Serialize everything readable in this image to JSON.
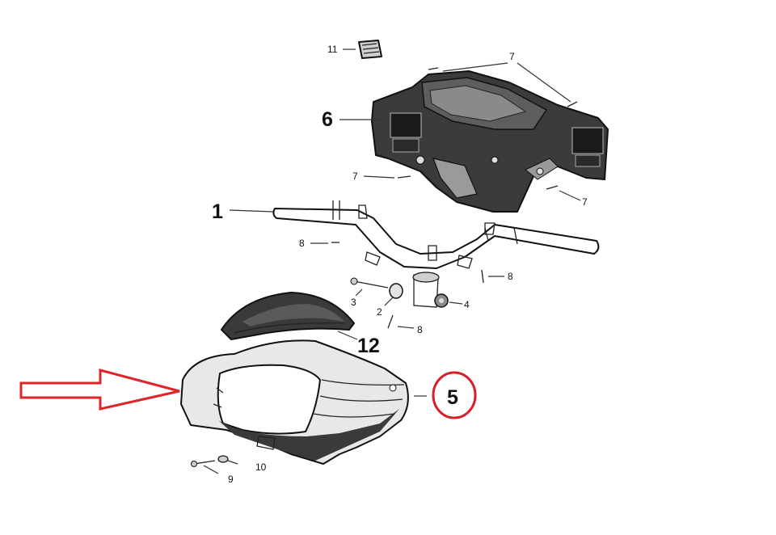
{
  "callouts": [
    {
      "id": "c11",
      "text": "11"
    },
    {
      "id": "c7a",
      "text": "7"
    },
    {
      "id": "c6",
      "text": "6"
    },
    {
      "id": "c7b",
      "text": "7"
    },
    {
      "id": "c7c",
      "text": "7"
    },
    {
      "id": "c1",
      "text": "1"
    },
    {
      "id": "c8a",
      "text": "8"
    },
    {
      "id": "c8b",
      "text": "8"
    },
    {
      "id": "c3",
      "text": "3"
    },
    {
      "id": "c2",
      "text": "2"
    },
    {
      "id": "c4",
      "text": "4"
    },
    {
      "id": "c8c",
      "text": "8"
    },
    {
      "id": "c12",
      "text": "12"
    },
    {
      "id": "c5",
      "text": "5"
    },
    {
      "id": "c10",
      "text": "10"
    },
    {
      "id": "c9",
      "text": "9"
    }
  ],
  "highlight": {
    "arrow_color": "#e0242a",
    "circle_color": "#d81e28"
  },
  "colors": {
    "part_fill": "#3a3a3a",
    "cover_fill": "#e8e8e8",
    "line": "#111111"
  }
}
